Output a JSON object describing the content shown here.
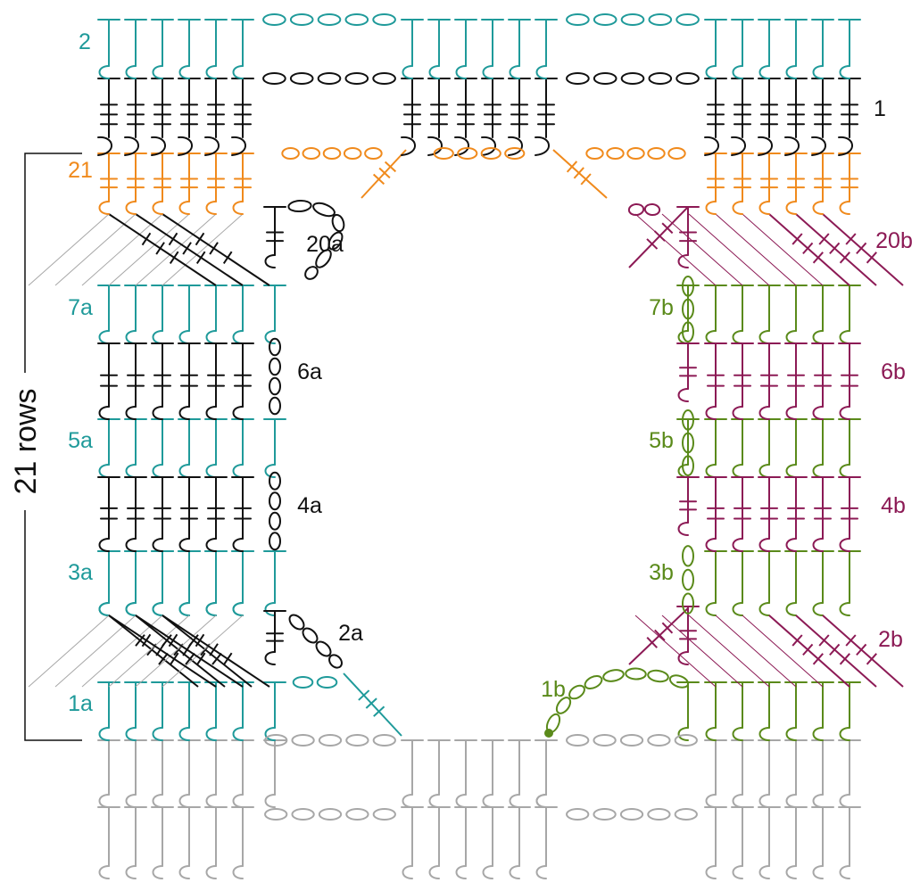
{
  "colors": {
    "teal": "#1f9a9a",
    "black": "#111111",
    "orange": "#f08a1c",
    "purple": "#8c1a55",
    "green": "#5a8a1a",
    "gray": "#a7a7a7"
  },
  "labels": {
    "row_2": "2",
    "row_1": "1",
    "row_21": "21",
    "row_20a": "20a",
    "row_20b": "20b",
    "row_7a": "7a",
    "row_7b": "7b",
    "row_6a": "6a",
    "row_6b": "6b",
    "row_5a": "5a",
    "row_5b": "5b",
    "row_4a": "4a",
    "row_4b": "4b",
    "row_3a": "3a",
    "row_3b": "3b",
    "row_2a": "2a",
    "row_2b": "2b",
    "row_1a": "1a",
    "row_1b": "1b",
    "bracket": "21 rows"
  }
}
